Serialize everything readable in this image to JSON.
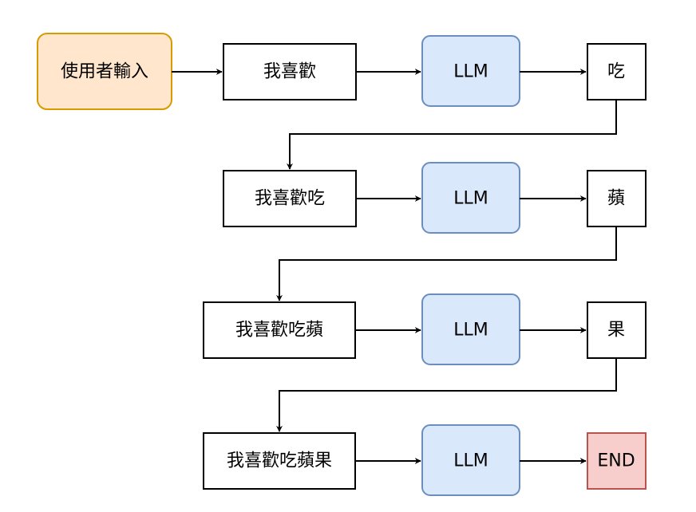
{
  "diagram": {
    "input": {
      "label": "使用者輸入",
      "fill": "#ffe6cc",
      "stroke": "#d79b00"
    },
    "model_style": {
      "fill": "#dae8fc",
      "stroke": "#6c8ebf"
    },
    "end_style": {
      "fill": "#f8cecc",
      "stroke": "#b85450"
    },
    "rows": [
      {
        "prompt": "我喜歡",
        "model": "LLM",
        "output": "吃"
      },
      {
        "prompt": "我喜歡吃",
        "model": "LLM",
        "output": "蘋"
      },
      {
        "prompt": "我喜歡吃蘋",
        "model": "LLM",
        "output": "果"
      },
      {
        "prompt": "我喜歡吃蘋果",
        "model": "LLM",
        "output": "END"
      }
    ]
  }
}
